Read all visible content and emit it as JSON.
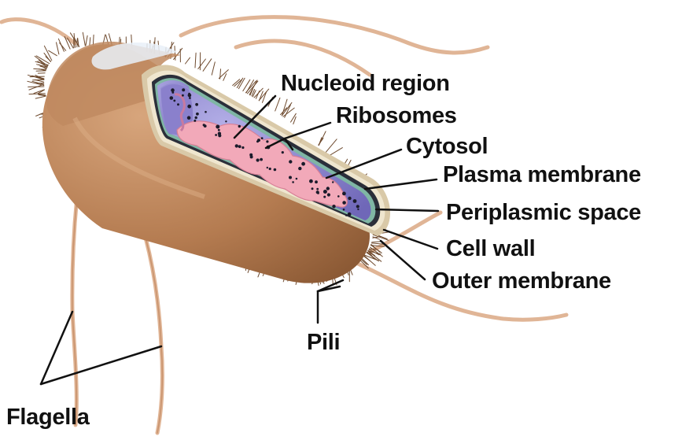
{
  "labels": {
    "nucleoid": "Nucleoid region",
    "ribosomes": "Ribosomes",
    "cytosol": "Cytosol",
    "plasma_membrane": "Plasma membrane",
    "periplasmic_space": "Periplasmic space",
    "cell_wall": "Cell wall",
    "outer_membrane": "Outer membrane",
    "pili": "Pili",
    "flagella": "Flagella"
  },
  "colors": {
    "cell_body": "#b9825a",
    "flagella": "#e0b596",
    "cytosol": "#8f86cf",
    "nucleoid": "#f0a3b4",
    "leader_lines": "#111111"
  }
}
